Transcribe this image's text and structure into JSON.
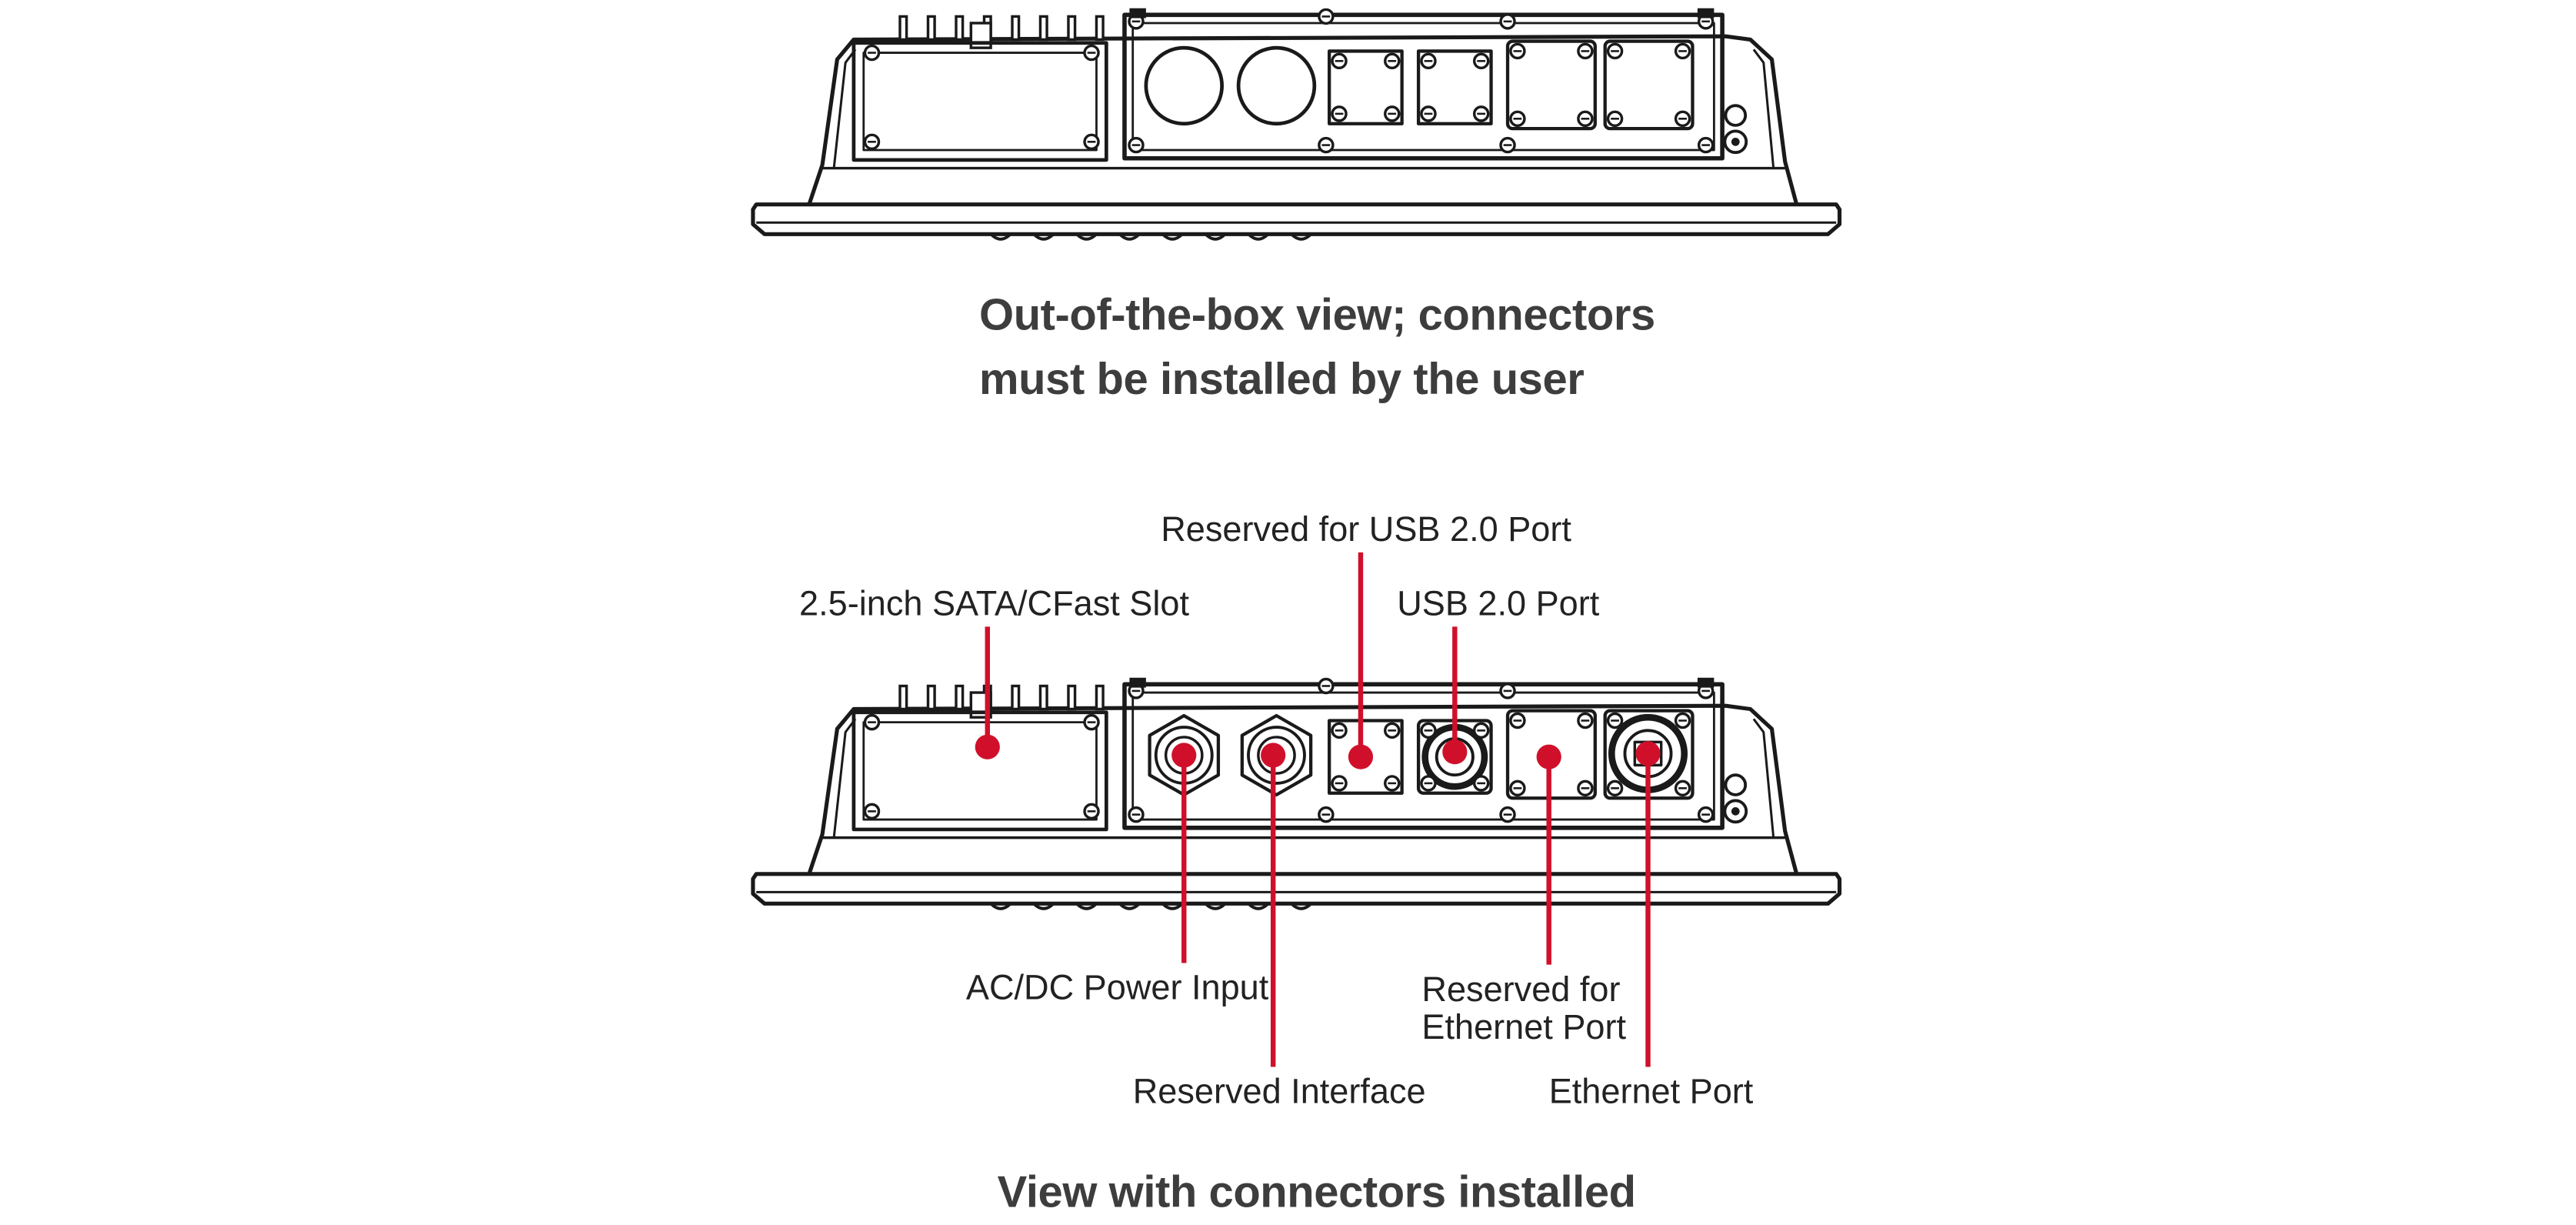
{
  "captions": {
    "top_line1": "Out-of-the-box view; connectors",
    "top_line2": "must be installed by the user",
    "bottom": "View with connectors installed"
  },
  "labels": {
    "sata_slot": "2.5-inch SATA/CFast Slot",
    "reserved_usb": "Reserved for USB 2.0 Port",
    "usb": "USB 2.0 Port",
    "power": "AC/DC Power Input",
    "reserved_interface": "Reserved Interface",
    "reserved_eth_line1": "Reserved for",
    "reserved_eth_line2": "Ethernet Port",
    "ethernet": "Ethernet Port"
  },
  "colors": {
    "callout": "#d0102a",
    "outline": "#1a1a1a",
    "caption": "#3d3d3d"
  }
}
